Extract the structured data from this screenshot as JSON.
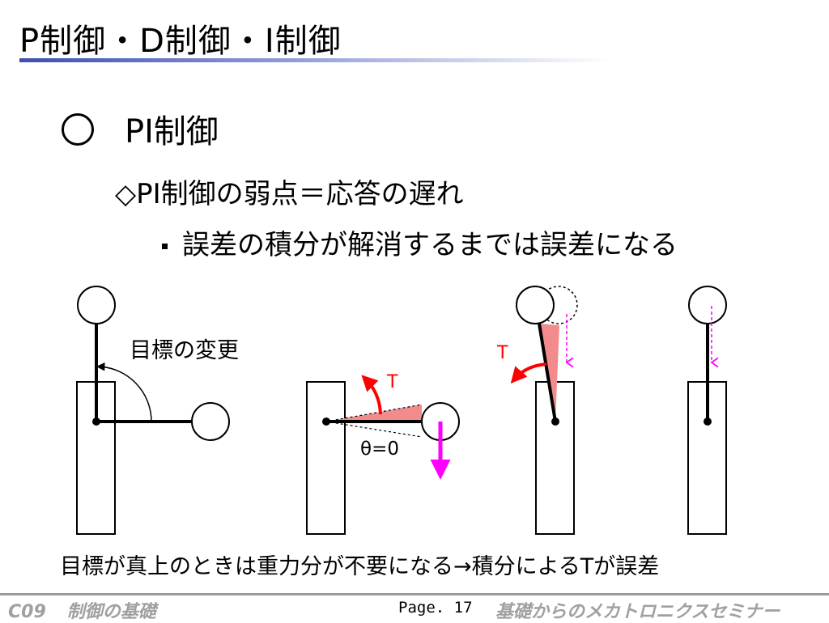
{
  "slide": {
    "title": "P制御・D制御・I制御",
    "heading": "PI制御",
    "subheading": "◇PI制御の弱点＝応答の遅れ",
    "point": "誤差の積分が解消するまでは誤差になる",
    "caption": "目標が真上のときは重力分が不要になる→積分によるTが誤差"
  },
  "diagram": {
    "target_change_label": "目標の変更",
    "torque_label": "T",
    "angle_label": "θ=0"
  },
  "footer": {
    "course_code": "C09",
    "course_name": "制御の基礎",
    "page_label": "Page. 17",
    "series_name": "基礎からのメカトロニクスセミナー"
  },
  "colors": {
    "torque": "#ff0000",
    "gravity": "#ff00ff",
    "error_fill": "#f28c8c"
  }
}
